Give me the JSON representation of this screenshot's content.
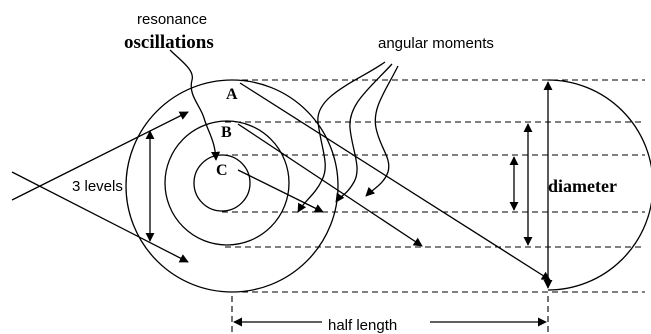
{
  "labels": {
    "resonance": "resonance",
    "oscillations": "oscillations",
    "angular_moments": "angular moments",
    "point_a": "A",
    "point_b": "B",
    "point_c": "C",
    "three_levels": "3 levels",
    "diameter": "diameter",
    "half_length": "half length"
  },
  "colors": {
    "ink": "#000000",
    "background": "#ffffff"
  }
}
